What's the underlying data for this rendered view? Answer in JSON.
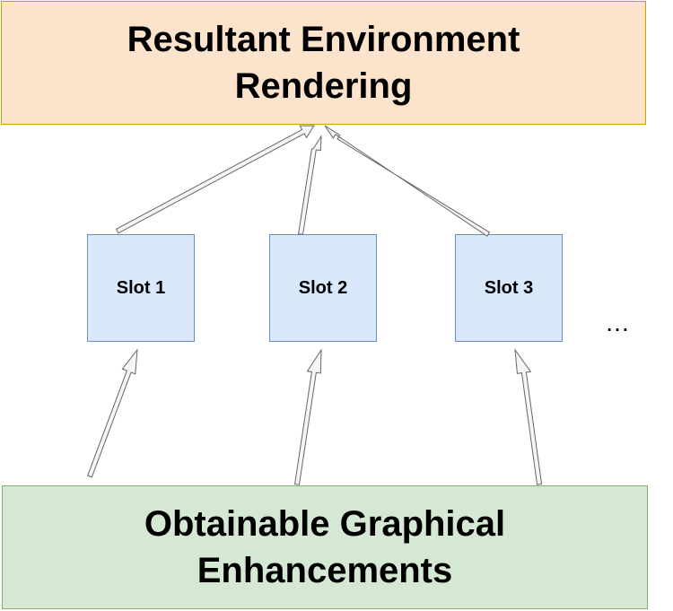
{
  "top_box": {
    "line1": "Resultant Environment",
    "line2": "Rendering",
    "fill": "#fce4cc",
    "stroke": "#d79b00"
  },
  "bottom_box": {
    "line1": "Obtainable Graphical",
    "line2": "Enhancements",
    "fill": "#d5e8d4",
    "stroke": "#82b366"
  },
  "slots": [
    {
      "label": "Slot 1"
    },
    {
      "label": "Slot 2"
    },
    {
      "label": "Slot 3"
    }
  ],
  "slot_style": {
    "fill": "#dae8fc",
    "stroke": "#6c8ebf"
  },
  "ellipsis": "…"
}
